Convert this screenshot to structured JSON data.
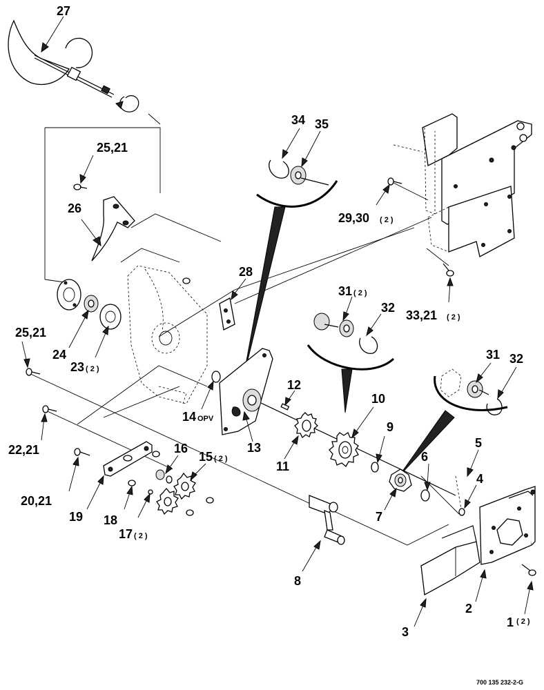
{
  "labels": {
    "l27": "27",
    "l34": "34",
    "l35": "35",
    "l25_21_top": "25,21",
    "l26": "26",
    "l28": "28",
    "l29_30": "29,30",
    "l29_30_qty": "( 2 )",
    "l33_21": "33,21",
    "l33_21_qty": "( 2 )",
    "l31_top": "31",
    "l31_top_qty": "( 2 )",
    "l32_top": "32",
    "l25_21_left": "25,21",
    "l24": "24",
    "l23": "23",
    "l23_qty": "( 2 )",
    "l31_right": "31",
    "l32_right": "32",
    "l12": "12",
    "l10": "10",
    "l14": "14",
    "l14_suffix": "OPV",
    "l9": "9",
    "l5": "5",
    "l13": "13",
    "l11": "11",
    "l6": "6",
    "l4": "4",
    "l22_21": "22,21",
    "l16": "16",
    "l15": "15",
    "l15_qty": "( 2 )",
    "l20_21": "20,21",
    "l7": "7",
    "l19": "19",
    "l18": "18",
    "l17": "17",
    "l17_qty": "( 2 )",
    "l8": "8",
    "l2": "2",
    "l1": "1",
    "l1_qty": "( 2 )",
    "l3": "3"
  },
  "figure_ref": "700 135 232-2-G"
}
